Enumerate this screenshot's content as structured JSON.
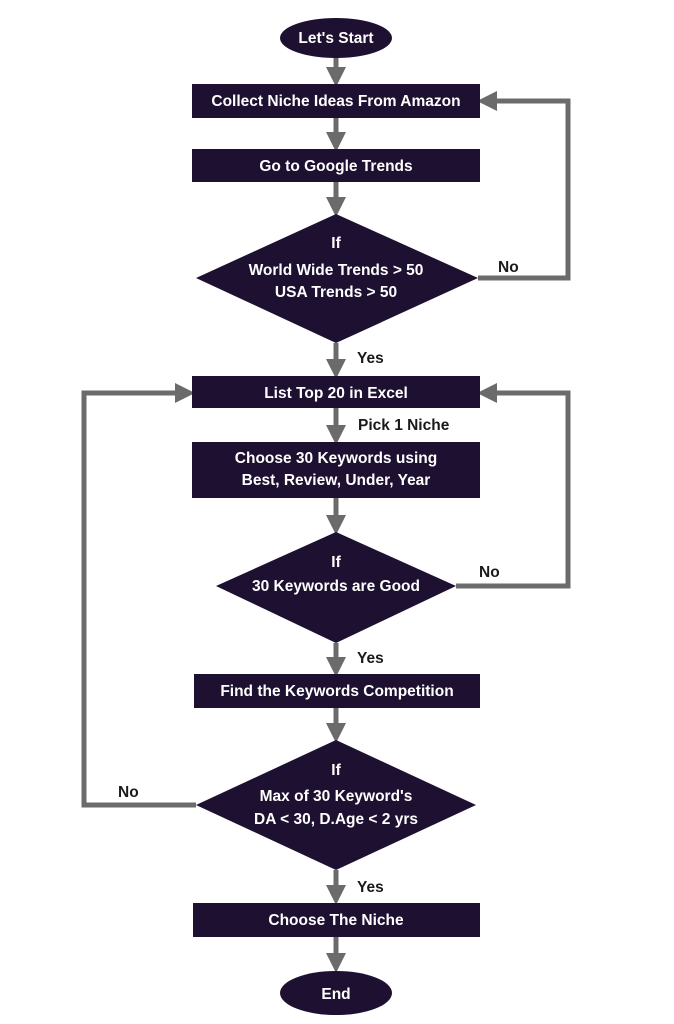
{
  "nodes": {
    "start": {
      "label": "Let's Start"
    },
    "collect": {
      "label": "Collect Niche Ideas From Amazon"
    },
    "trends": {
      "label": "Go to Google Trends"
    },
    "decision_trends": {
      "lines": [
        "If",
        "World Wide Trends > 50",
        "USA Trends > 50"
      ]
    },
    "list_top": {
      "label": "List Top 20 in Excel"
    },
    "choose_keywords": {
      "lines": [
        "Choose 30 Keywords using",
        "Best, Review, Under, Year"
      ]
    },
    "decision_keywords": {
      "lines": [
        "If",
        "30 Keywords are Good"
      ]
    },
    "find_competition": {
      "label": "Find the Keywords Competition"
    },
    "decision_competition": {
      "lines": [
        "If",
        "Max of 30 Keyword's",
        "DA < 30, D.Age < 2 yrs"
      ]
    },
    "choose_niche": {
      "label": "Choose The Niche"
    },
    "end": {
      "label": "End"
    }
  },
  "edges": {
    "trends_no": "No",
    "trends_yes": "Yes",
    "pick_one": "Pick 1 Niche",
    "keywords_no": "No",
    "keywords_yes": "Yes",
    "competition_no": "No",
    "competition_yes": "Yes"
  },
  "colors": {
    "node_fill": "#1e1030",
    "node_text": "#ffffff",
    "connector": "#6b6b6b",
    "edge_text": "#1a1a1a"
  }
}
